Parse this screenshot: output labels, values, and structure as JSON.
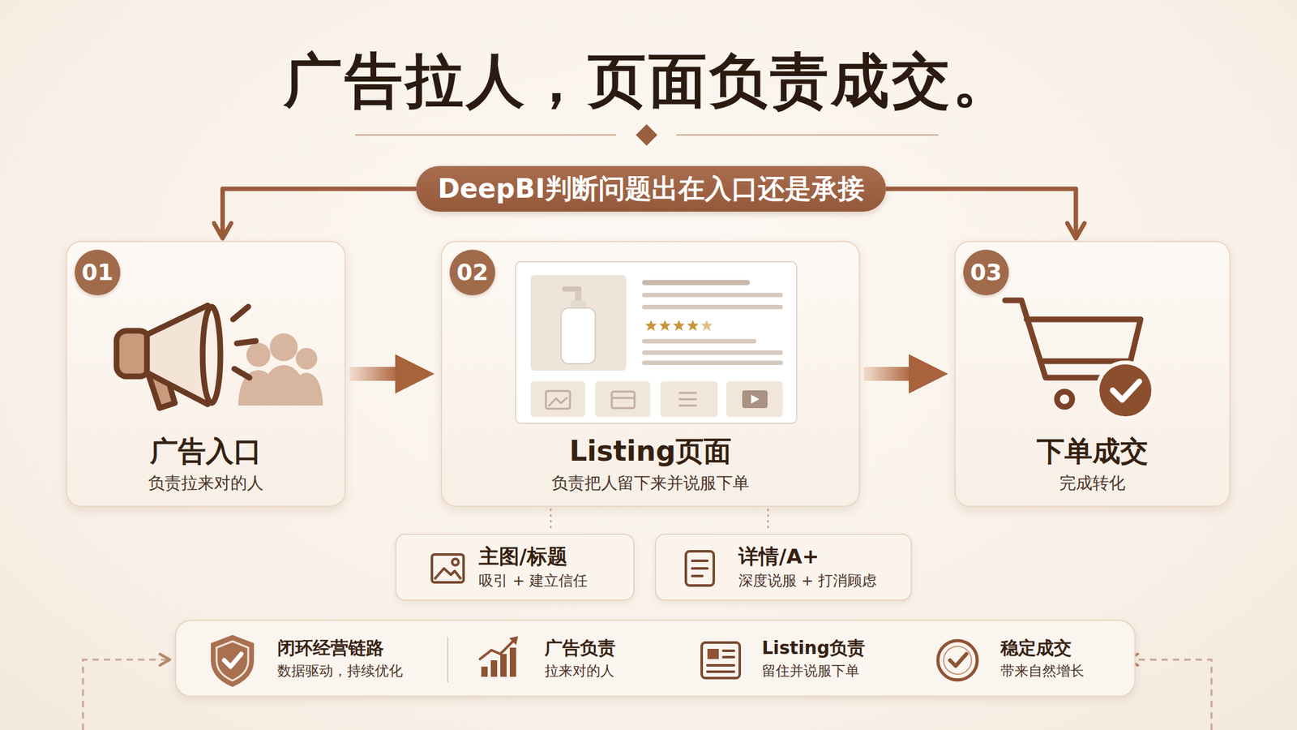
{
  "diagram": {
    "title": "广告拉人，页面负责成交。",
    "nodes": [
      {
        "text": [
          "DeepBI判断问题出在入口还是承接"
        ]
      },
      {
        "text": [
          "广告入口",
          "负责拉来对的人"
        ]
      },
      {
        "text": [
          "01"
        ],
        "in": 1
      },
      {
        "text": [
          "Listing页面",
          "负责把人留下来并说服下单"
        ]
      },
      {
        "text": [
          "02"
        ],
        "in": 3
      },
      {
        "text": [
          "下单成交",
          "完成转化"
        ]
      },
      {
        "text": [
          "03"
        ],
        "in": 5
      },
      {
        "text": [
          "主图/标题",
          "吸引 + 建立信任"
        ]
      },
      {
        "text": [
          "详情/A+",
          "深度说服 + 打消顾虑"
        ]
      },
      {
        "text": [
          "闭环经营链路",
          "数据驱动，持续优化"
        ]
      },
      {
        "text": [
          "广告负责",
          "拉来对的人"
        ],
        "in": 9
      },
      {
        "text": [
          "Listing负责",
          "留住并说服下单"
        ],
        "in": 9
      },
      {
        "text": [
          "稳定成交",
          "带来自然增长"
        ],
        "in": 9
      }
    ],
    "edges": [
      {
        "from": 0,
        "to": 1,
        "arrow": "to"
      },
      {
        "from": 0,
        "to": 5,
        "arrow": "to"
      },
      {
        "from": 1,
        "to": 3,
        "arrow": "to"
      },
      {
        "from": 3,
        "to": 5,
        "arrow": "to"
      },
      {
        "from": 3,
        "to": 7,
        "arrow": "none"
      },
      {
        "from": 3,
        "to": 8,
        "arrow": "none"
      },
      {
        "from": 10,
        "to": 11,
        "arrow": "to"
      },
      {
        "from": 11,
        "to": 12,
        "arrow": "to"
      }
    ]
  }
}
